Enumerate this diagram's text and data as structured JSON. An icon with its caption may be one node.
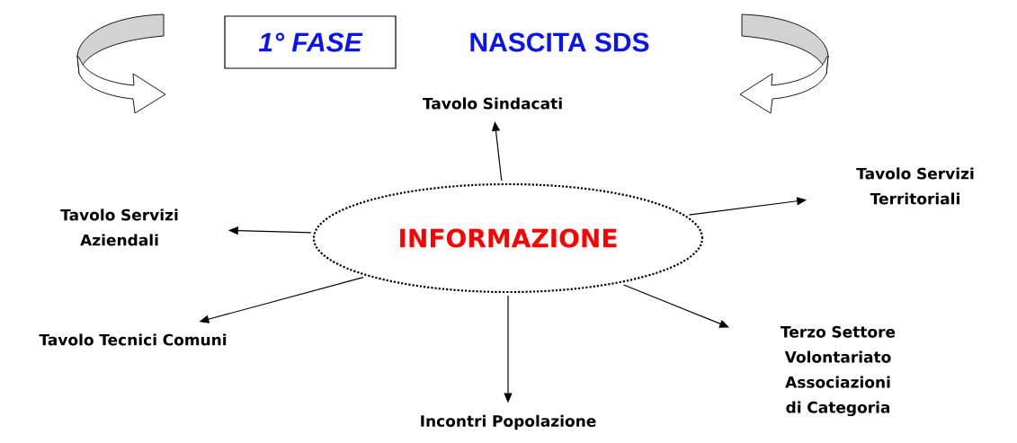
{
  "diagram": {
    "title": "NASCITA SDS",
    "nodes": [
      {
        "text": [
          "1° FASE"
        ]
      },
      {
        "text": [
          "INFORMAZIONE"
        ]
      },
      {
        "text": [
          "Tavolo Sindacati"
        ]
      },
      {
        "text": [
          "Tavolo Servizi Territoriali"
        ]
      },
      {
        "text": [
          "Tavolo Servizi Aziendali"
        ]
      },
      {
        "text": [
          "Tavolo Tecnici Comuni"
        ]
      },
      {
        "text": [
          "Terzo Settore Volontariato Associazioni di Categoria"
        ]
      },
      {
        "text": [
          "Incontri Popolazione"
        ]
      }
    ],
    "edges": [
      {
        "from": 1,
        "to": 2,
        "arrow": "to"
      },
      {
        "from": 1,
        "to": 3,
        "arrow": "to"
      },
      {
        "from": 1,
        "to": 4,
        "arrow": "to"
      },
      {
        "from": 1,
        "to": 5,
        "arrow": "to"
      },
      {
        "from": 1,
        "to": 6,
        "arrow": "to"
      },
      {
        "from": 1,
        "to": 7,
        "arrow": "to"
      }
    ]
  }
}
